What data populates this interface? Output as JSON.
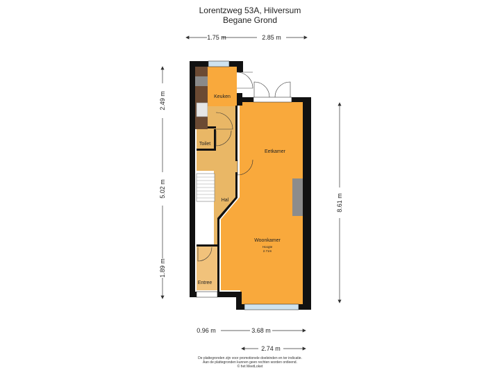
{
  "header": {
    "address": "Lorentzweg 53A, Hilversum",
    "floor": "Begane Grond"
  },
  "dimensions": {
    "top_left": "1.75 m",
    "top_right": "2.85 m",
    "left_upper": "2.49 m",
    "left_middle": "5.02 m",
    "left_lower": "1.89 m",
    "right": "8.61 m",
    "bottom_left": "0.96 m",
    "bottom_mid": "3.68 m",
    "bottom_lower": "2.74 m"
  },
  "rooms": {
    "keuken": "Keuken",
    "toilet": "Toilet",
    "eetkamer": "Eetkamer",
    "hal": "Hal",
    "woonkamer": "Woonkamer",
    "hoogte_label": "Hoogte",
    "hoogte_value": "2.71m",
    "entree": "Entree"
  },
  "footer": {
    "line1": "De plattegronden zijn voor promotionele doeleinden en ter indicatie.",
    "line2": "Aan de plattegronden kunnen geen rechten worden ontleend.",
    "line3": "© het MeetLoket"
  },
  "colors": {
    "room_orange": "#f9a93c",
    "hall_tan": "#e9b766",
    "wall": "#111111",
    "window_blue": "#cfe3f0"
  }
}
